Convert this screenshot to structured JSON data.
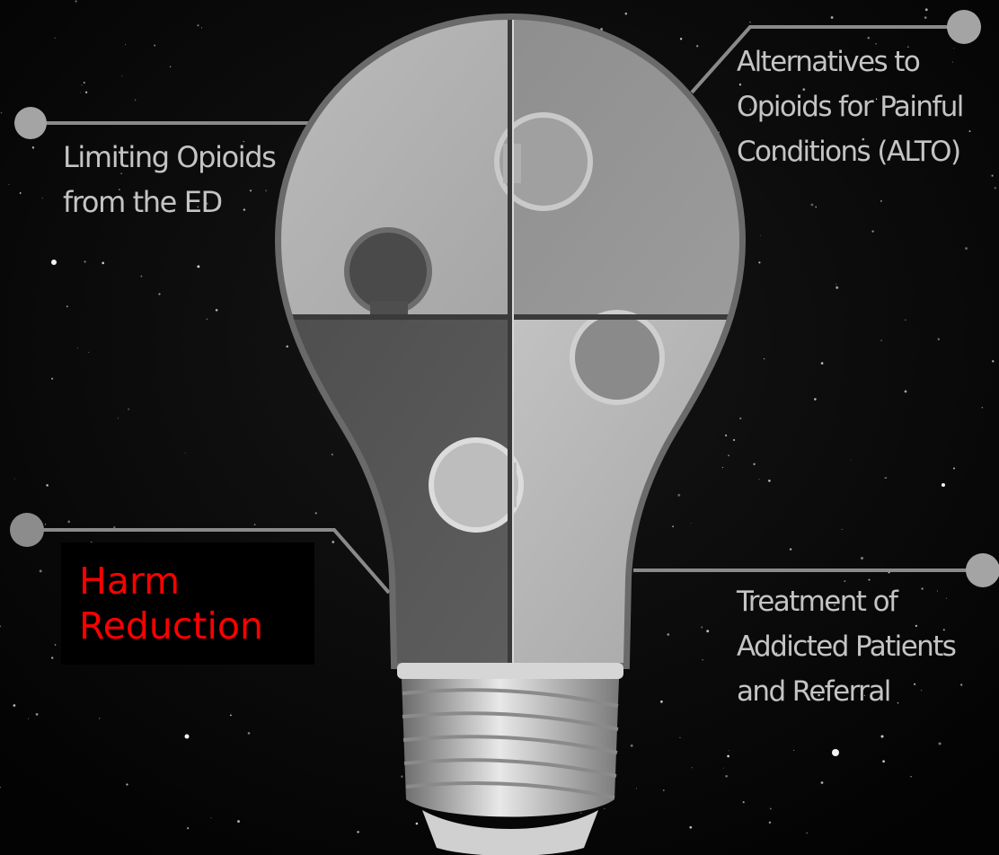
{
  "labels": {
    "limiting_opioids": [
      "Limiting Opioids",
      "from the ED"
    ],
    "alto": [
      "Alternatives to",
      "Opioids for Painful",
      "Conditions (ALTO)"
    ],
    "treatment": [
      "Treatment of",
      "Addicted Patients",
      "and Referral"
    ],
    "harm_reduction": [
      "Harm",
      "Reduction"
    ]
  },
  "colors": {
    "background": "#030303",
    "harm_reduction_text": "#ff0000",
    "label_text": "#c4c4c4",
    "connector": "#8a8a8a"
  },
  "icons": {
    "main": "lightbulb-puzzle-icon"
  }
}
